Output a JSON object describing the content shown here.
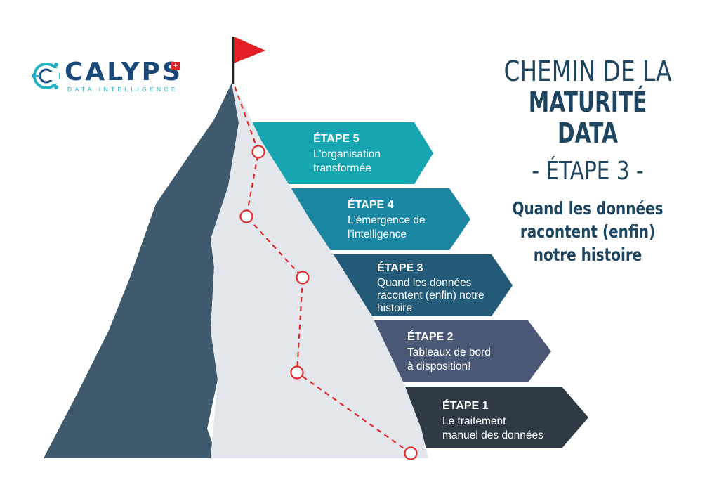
{
  "logo": {
    "name": "CALYPS",
    "tagline": "DATA INTELLIGENCE",
    "flag_symbol": "+"
  },
  "title": {
    "line1": "CHEMIN DE LA",
    "line2": "MATURITÉ DATA",
    "stage": "- ÉTAPE 3 -",
    "subtitle_lines": [
      "Quand les données",
      "racontent (enfin)",
      "notre histoire"
    ]
  },
  "steps": [
    {
      "title": "ÉTAPE 5",
      "lines": [
        "L'organisation",
        "transformée"
      ],
      "color": "#17a5b2"
    },
    {
      "title": "ÉTAPE 4",
      "lines": [
        "L'émergence de",
        "l'intelligence"
      ],
      "color": "#1a86a2"
    },
    {
      "title": "ÉTAPE 3",
      "lines": [
        "Quand les données",
        "racontent (enfin) notre",
        "histoire"
      ],
      "color": "#235a78"
    },
    {
      "title": "ÉTAPE 2",
      "lines": [
        "Tableaux de bord",
        "à disposition!"
      ],
      "color": "#4a5875"
    },
    {
      "title": "ÉTAPE 1",
      "lines": [
        "Le traitement",
        "manuel des données"
      ],
      "color": "#2f3a45"
    }
  ],
  "colors": {
    "mountain_dark": "#3e5a6c",
    "mountain_light": "#e3e7ec",
    "path_red": "#e32b2b",
    "flag_red": "#e31e24",
    "title_navy": "#1e4560"
  },
  "icons": {
    "logo_mark": "calyps-circuit-logo-icon",
    "summit_flag": "red-flag-icon"
  }
}
